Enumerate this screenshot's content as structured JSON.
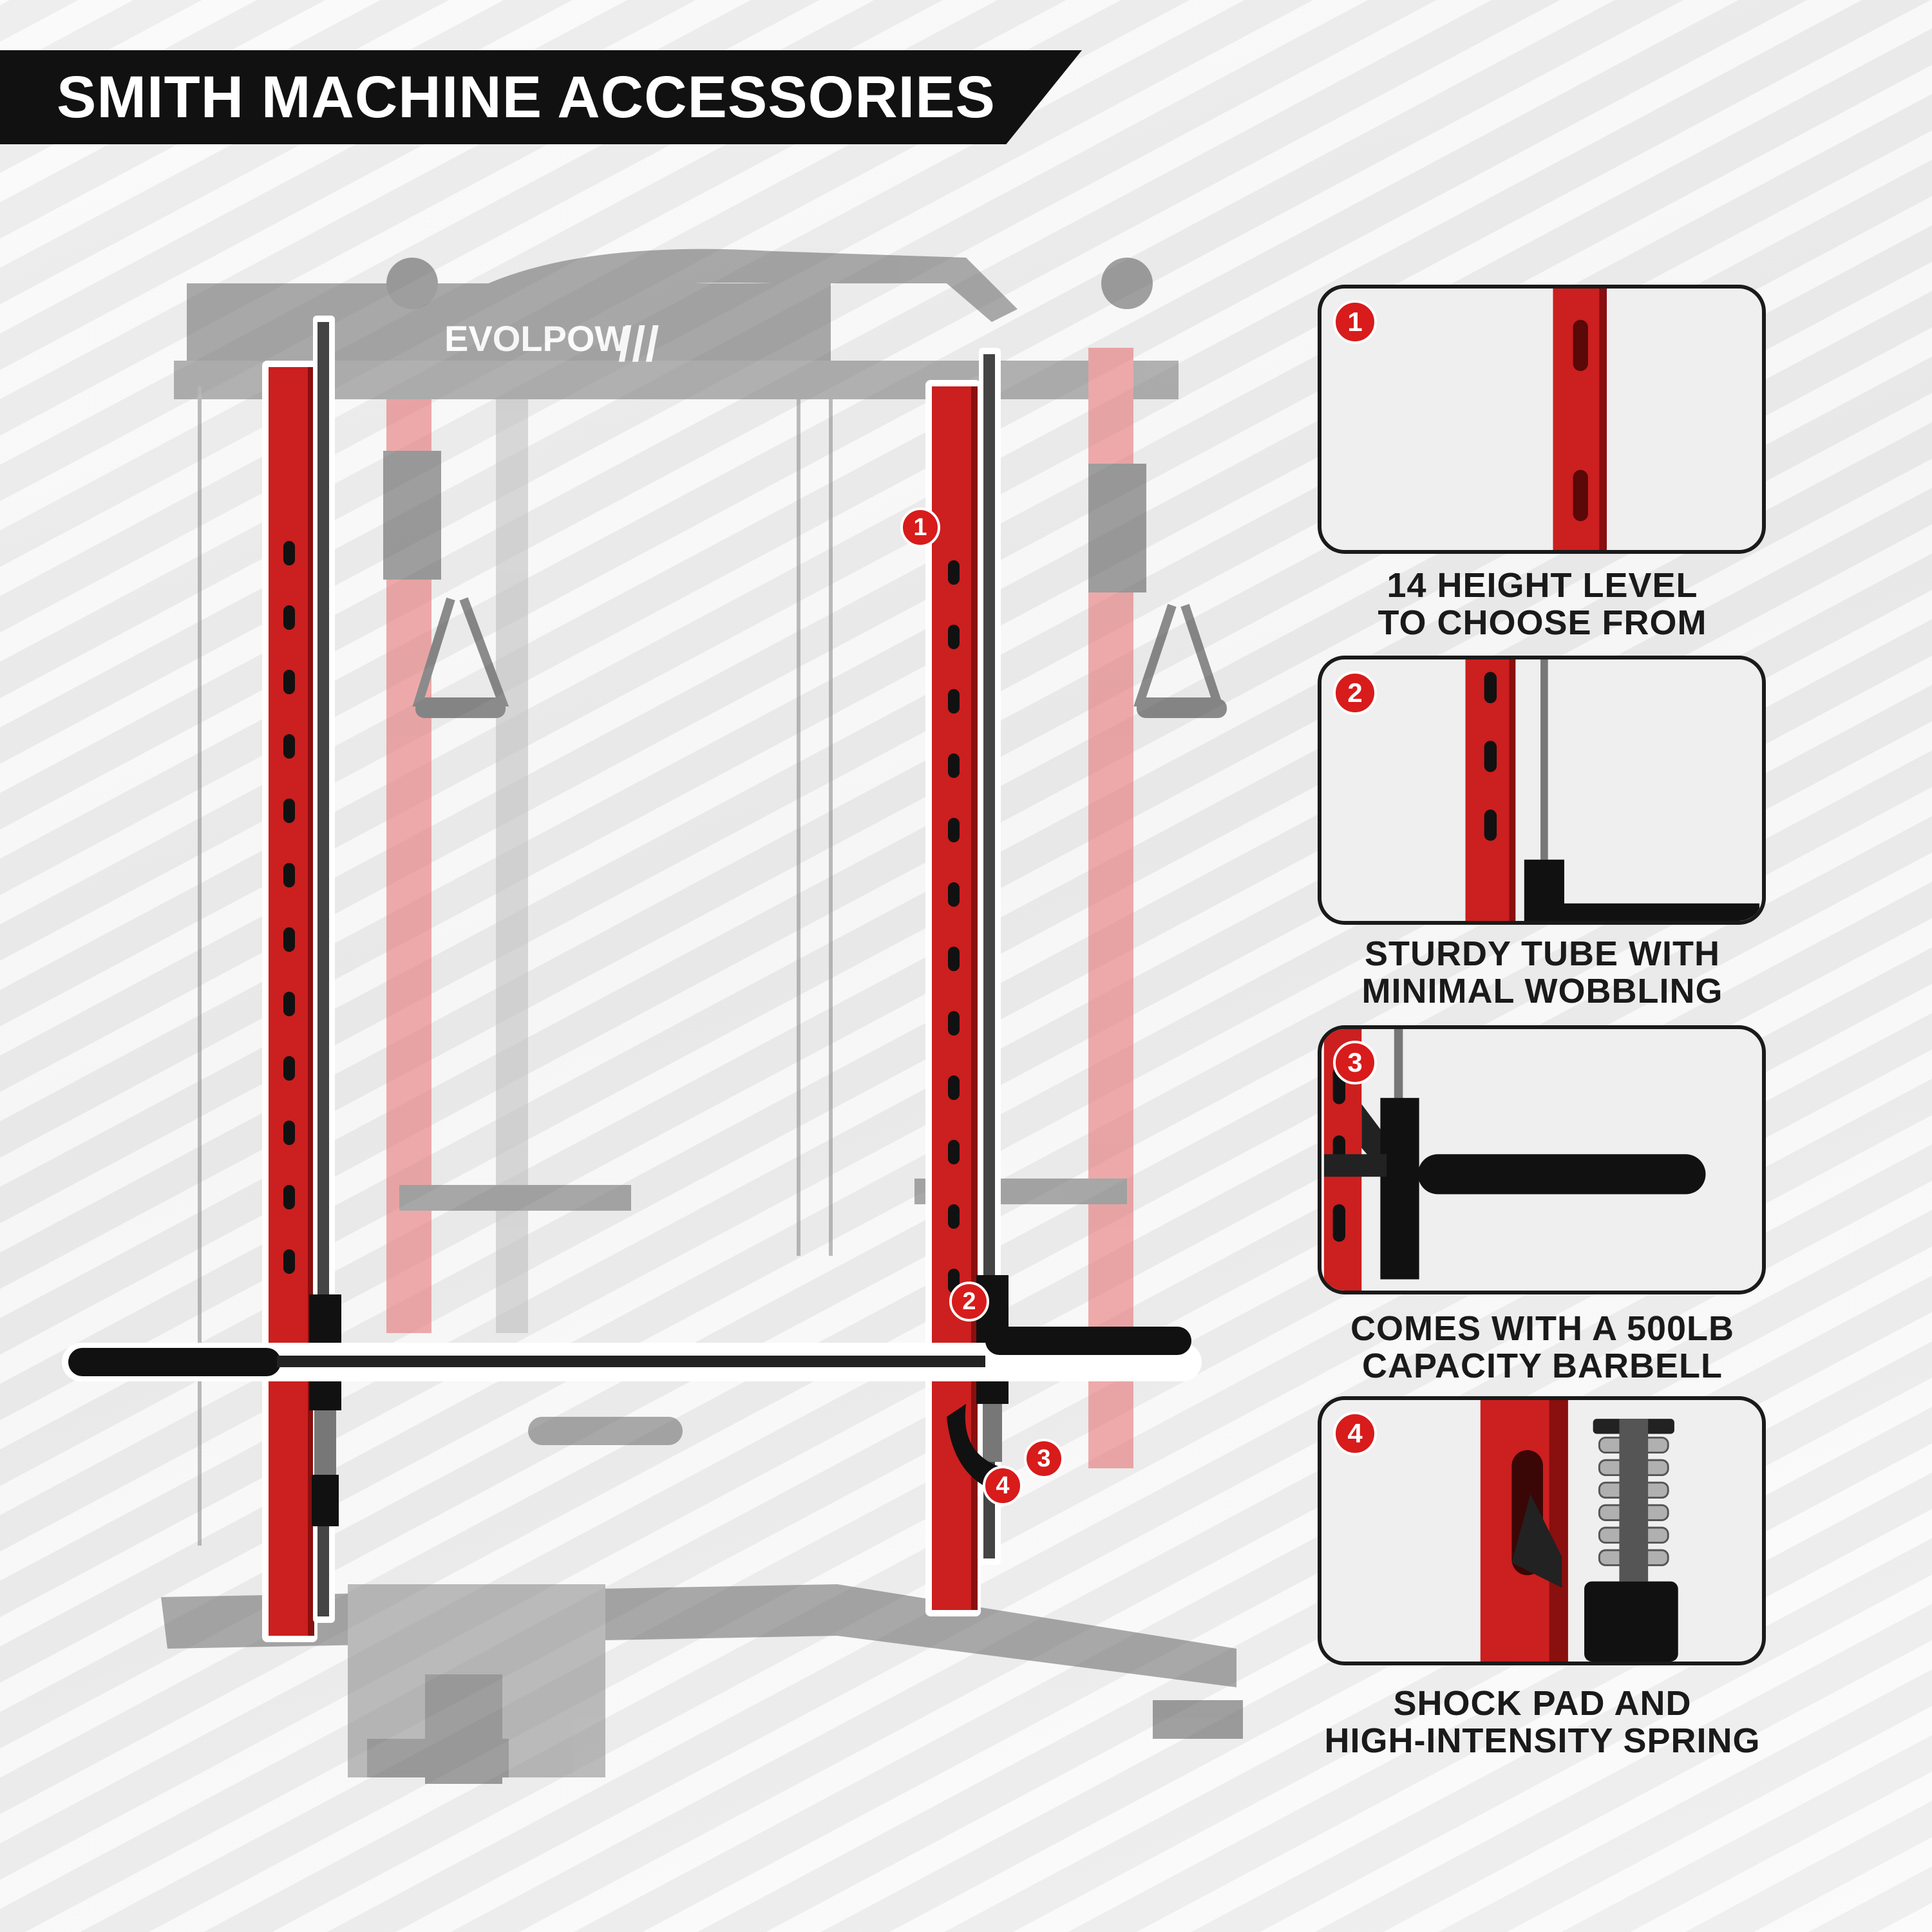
{
  "title": "SMITH MACHINE ACCESSORIES",
  "brand": "EVOLPOW",
  "brand_mark": "///",
  "colors": {
    "accent": "#d81b1b",
    "dark": "#111111",
    "frame": "#8a8a8a"
  },
  "markers": [
    "1",
    "2",
    "3",
    "4"
  ],
  "features": [
    {
      "num": "1",
      "lines": [
        "14 HEIGHT LEVEL",
        "TO CHOOSE FROM"
      ]
    },
    {
      "num": "2",
      "lines": [
        "STURDY TUBE WITH",
        "MINIMAL WOBBLING"
      ]
    },
    {
      "num": "3",
      "lines": [
        "COMES WITH A 500LB",
        "CAPACITY BARBELL"
      ]
    },
    {
      "num": "4",
      "lines": [
        "SHOCK PAD AND",
        "HIGH-INTENSITY SPRING"
      ]
    }
  ]
}
